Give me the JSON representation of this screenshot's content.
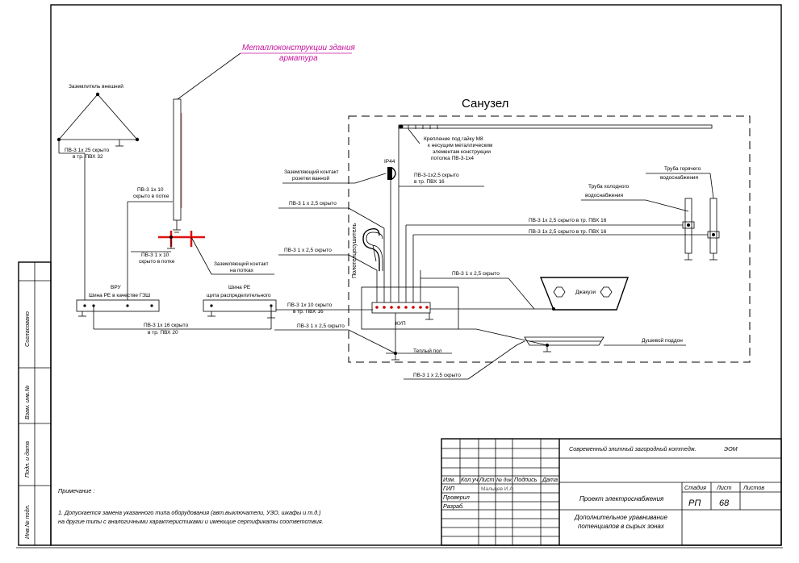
{
  "room": {
    "title": "Санузел"
  },
  "metal": {
    "line1": "Металлоконструкции здания",
    "line2": "арматура",
    "color": "#c8119b"
  },
  "earth": {
    "title": "Заземлитель внешний",
    "cable1": "ПВ-3 1х 25 скрыто",
    "cable2": "в тр. ПВХ  32"
  },
  "labels": {
    "pv_left1": "ПВ-3 1х 10",
    "pv_left2": "скрыто в потке",
    "pv_mid1": "ПВ-3 1 х 10",
    "pv_mid2": "скрыто в потке",
    "clamp1": "Заземляющий контакт",
    "clamp2": "на потках",
    "vru1": "ВРУ",
    "vru2": "Шина РЕ в качестве ГЗШ",
    "shina1": "Шина РЕ",
    "shina2": "щита распределительного",
    "pv16_1": "ПВ-3 1х 16 скрыто",
    "pv16_2": "в тр. ПВХ  20",
    "pv10b_1": "ПВ-3 1х 10 скрыто",
    "pv10b_2": "в тр. ПВХ  16",
    "pv25_bot": "ПВ-3 1 х 2,5 скрыто",
    "pv25_a": "ПВ-3 1 х 2,5 скрыто",
    "pv25_b": "ПВ-3 1 х 2,5 скрыто",
    "socket1": "Заземляющий контакт",
    "socket2": "розетки ванной",
    "ip44": "IP44",
    "pv25_tube1": "ПВ-3-1х2,5 скрыто",
    "pv25_tube2": "в тр. ПВХ   16",
    "mount1": "Крепление под гайку М8",
    "mount2": "к несущим металлическим",
    "mount3": "элементам конструкции",
    "mount4": "потолка ПВ-3-1х4",
    "hot1": "Труба горячего",
    "hot2": "водоснабжения",
    "cold1": "Труба холодного",
    "cold2": "водоснабжения",
    "pv_hot": "ПВ-3 1х 2,5 скрыто в тр. ПВХ   16",
    "pv_cold": "ПВ-3 1х 2,5 скрыто в тр. ПВХ   16",
    "towel": "Полотенцесушитель",
    "jacuzzi_cable": "ПВ-3 1 х 2,5 скрыто",
    "jacuzzi": "Джакузи",
    "kup": "КУП",
    "shower": "Душевой поддон",
    "floor": "Теплый пол",
    "pv_floor": "ПВ-3 1 х 2,5 скрыто"
  },
  "note": {
    "title": "Примечание :",
    "line1": "1. Допускается замена указанного типа оборудования (авт.выключатели, УЗО, шкафы и т.д.)",
    "line2": "на другие типы с аналогичными характеристиками и имеющие сертификаты соответствия."
  },
  "side": {
    "s1": "Согласовано",
    "s2": "Взам. инв.№",
    "s3": "Подп. и дата",
    "s4": "Инв.№ подл."
  },
  "stamp": {
    "project": "Современный элитный загородный коттедж.",
    "code": "ЭОМ",
    "col_izm": "Изм.",
    "col_kol": "Кол.уч",
    "col_list": "Лист",
    "col_doc": "№ док",
    "col_podp": "Подпись",
    "col_date": "Дата",
    "gip": "ГИП",
    "gip_name": "Мальцев И.А.",
    "prov": "Проверил",
    "razr": "Разраб.",
    "section": "Проект электроснабжения",
    "stage_h": "Стадия",
    "sheet_h": "Лист",
    "sheets_h": "Листов",
    "stage": "РП",
    "sheet": "68",
    "drawing1": "Дополнительное уравнивание",
    "drawing2": "потенциалов в сырых зонах"
  }
}
